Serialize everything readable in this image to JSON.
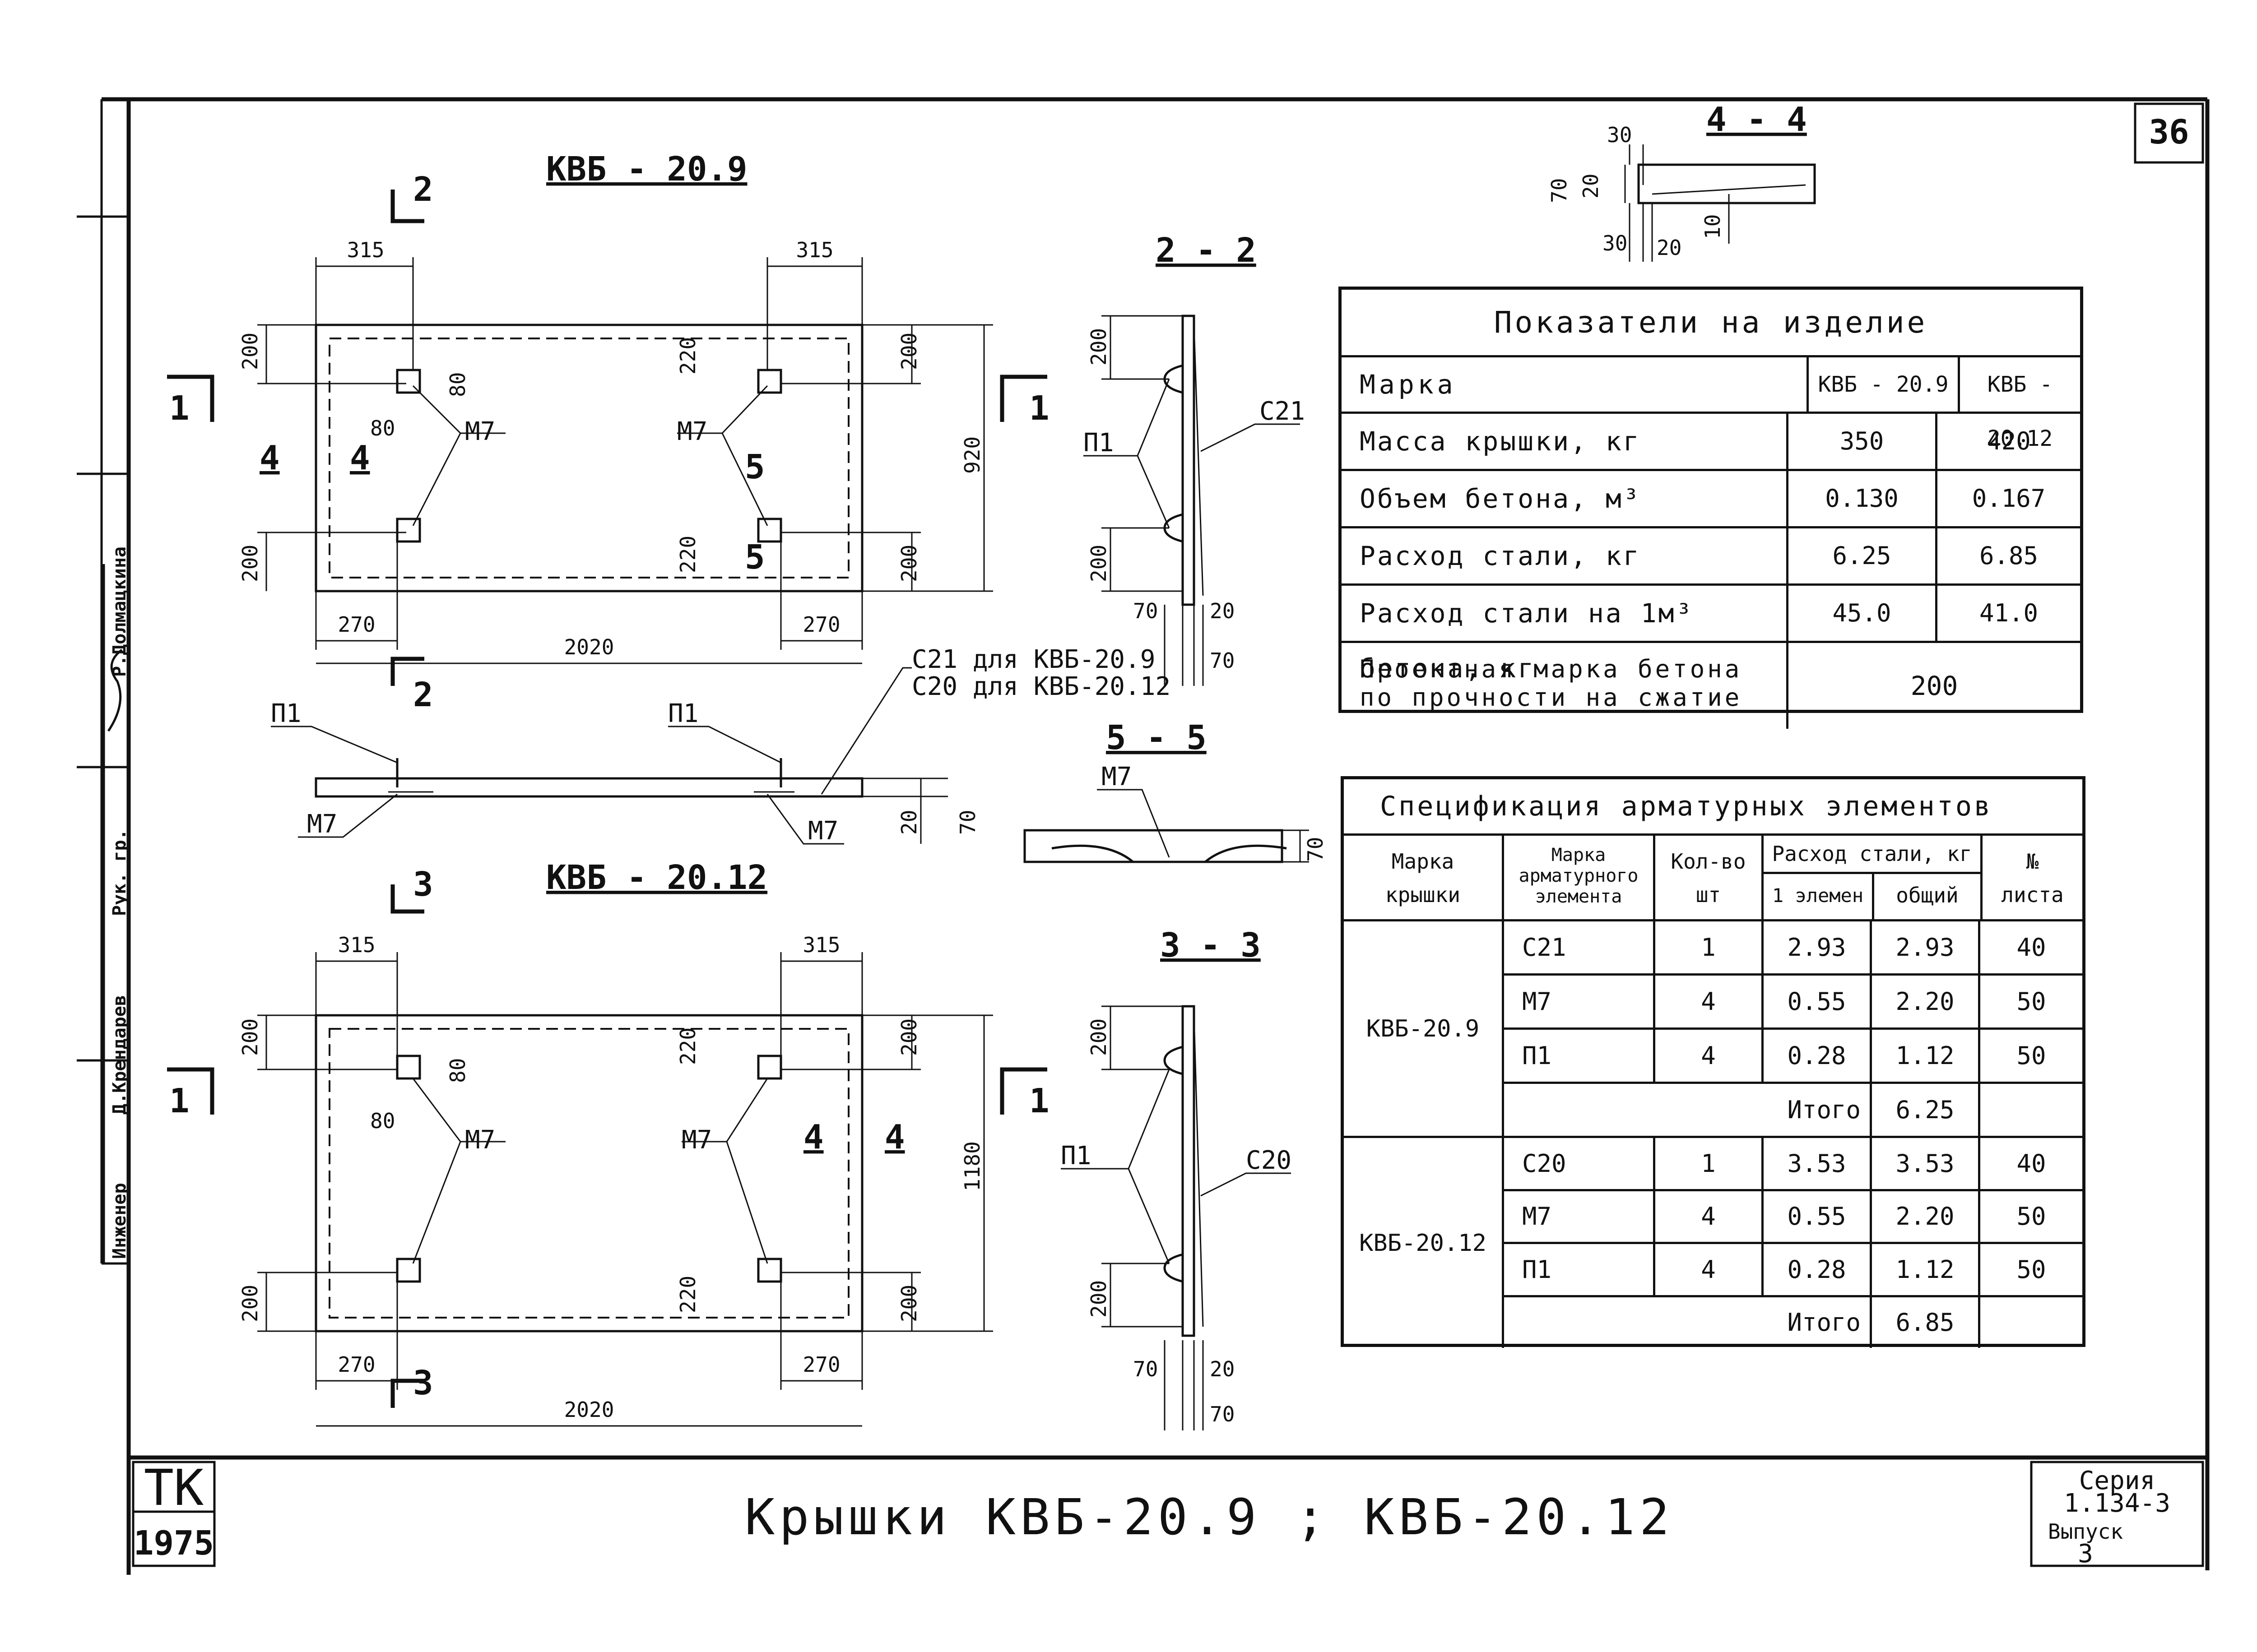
{
  "sheet": {
    "number": "36",
    "series_label": "Серия",
    "series_value": "1.134-3",
    "issue_label": "Выпуск",
    "issue_value": "3",
    "org": "ТК",
    "year": "1975",
    "title": "Крышки   КВБ-20.9 ;  КВБ-20.12"
  },
  "side_stamp": {
    "engineer": "Инженер",
    "engineer_name": "Д.Крендарев",
    "head": "Рук. гр.",
    "head_name": "Р.Долмацкина"
  },
  "drawings": {
    "kvb209_title": "КВБ - 20.9",
    "kvb2012_title": "КВБ - 20.12",
    "sec_2": "2 - 2",
    "sec_3": "3 - 3",
    "sec_4": "4 - 4",
    "sec_5": "5 - 5",
    "cut2": "2",
    "cut3": "3",
    "cut1": "1",
    "cut4": "4",
    "cut5": "5",
    "d315": "315",
    "d200": "200",
    "d220": "220",
    "d80": "80",
    "d920": "920",
    "d1180": "1180",
    "d270": "270",
    "d2020": "2020",
    "d70": "70",
    "d20": "20",
    "d30": "30",
    "d10": "10",
    "m7": "М7",
    "p1": "П1",
    "c21": "С21",
    "c20": "С20",
    "note_c21": "С21  для КВБ-20.9",
    "note_c20": "С20  для КВБ-20.12"
  },
  "indicators": {
    "title": "Показатели  на  изделие",
    "col_mark": "Марка",
    "col_a": "КВБ - 20.9",
    "col_b": "КВБ - 20.12",
    "rows": [
      {
        "label": "Масса крышки, кг",
        "a": "350",
        "b": "420"
      },
      {
        "label": "Объем бетона, м³",
        "a": "0.130",
        "b": "0.167"
      },
      {
        "label": "Расход стали, кг",
        "a": "6.25",
        "b": "6.85"
      },
      {
        "label": "Расход стали на 1м³ бетона, кг",
        "a": "45.0",
        "b": "41.0"
      }
    ],
    "grade_label_1": "Проектная марка бетона",
    "grade_label_2": "по прочности на сжатие",
    "grade_value": "200"
  },
  "spec": {
    "title": "Спецификация арматурных элементов",
    "h_cover_1": "Марка",
    "h_cover_2": "крышки",
    "h_elem_1": "Марка",
    "h_elem_2": "арматурного",
    "h_elem_3": "элемента",
    "h_qty_1": "Кол-во",
    "h_qty_2": "шт",
    "h_steel": "Расход стали, кг",
    "h_one": "1 элемен",
    "h_total": "общий",
    "h_sheet_1": "№",
    "h_sheet_2": "листа",
    "groups": [
      {
        "cover": "КВБ-20.9",
        "rows": [
          {
            "elem": "С21",
            "qty": "1",
            "one": "2.93",
            "total": "2.93",
            "sheet": "40"
          },
          {
            "elem": "М7",
            "qty": "4",
            "one": "0.55",
            "total": "2.20",
            "sheet": "50"
          },
          {
            "elem": "П1",
            "qty": "4",
            "one": "0.28",
            "total": "1.12",
            "sheet": "50"
          }
        ],
        "sum_label": "Итого",
        "sum_value": "6.25"
      },
      {
        "cover": "КВБ-20.12",
        "rows": [
          {
            "elem": "С20",
            "qty": "1",
            "one": "3.53",
            "total": "3.53",
            "sheet": "40"
          },
          {
            "elem": "М7",
            "qty": "4",
            "one": "0.55",
            "total": "2.20",
            "sheet": "50"
          },
          {
            "elem": "П1",
            "qty": "4",
            "one": "0.28",
            "total": "1.12",
            "sheet": "50"
          }
        ],
        "sum_label": "Итого",
        "sum_value": "6.85"
      }
    ]
  }
}
